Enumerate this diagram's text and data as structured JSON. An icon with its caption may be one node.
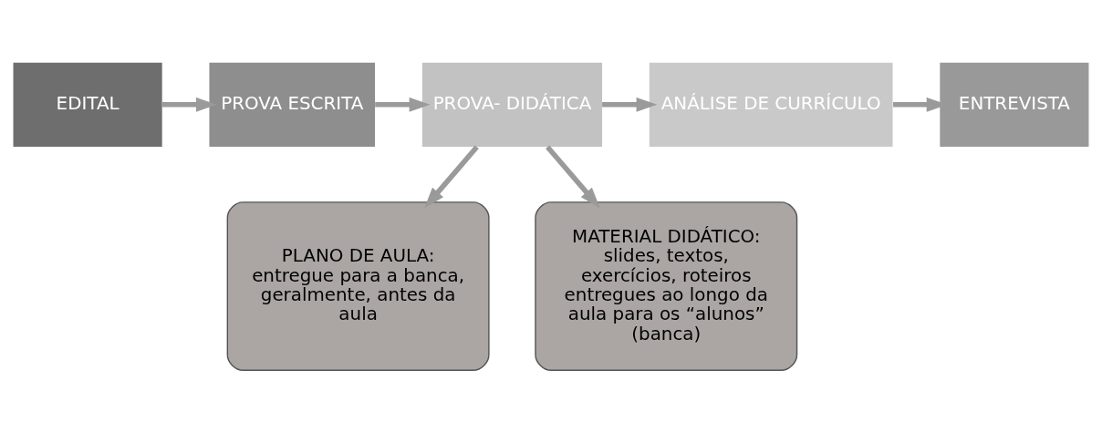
{
  "diagram": {
    "nodes": [
      {
        "text": [
          "EDITAL"
        ]
      },
      {
        "text": [
          "PROVA ESCRITA"
        ]
      },
      {
        "text": [
          "PROVA- DIDÁTICA"
        ]
      },
      {
        "text": [
          "ANÁLISE DE CURRÍCULO"
        ]
      },
      {
        "text": [
          "ENTREVISTA"
        ]
      },
      {
        "text": [
          "PLANO DE AULA:",
          "entregue para a banca, geralmente, antes da aula"
        ]
      },
      {
        "text": [
          "MATERIAL DIDÁTICO:",
          "slides, textos, exercícios, roteiros entregues ao longo da aula para os “alunos” (banca)"
        ]
      }
    ],
    "edges": [
      {
        "from": 0,
        "to": 1,
        "arrow": "to"
      },
      {
        "from": 1,
        "to": 2,
        "arrow": "to"
      },
      {
        "from": 2,
        "to": 3,
        "arrow": "to"
      },
      {
        "from": 3,
        "to": 4,
        "arrow": "to"
      },
      {
        "from": 2,
        "to": 5,
        "arrow": "to"
      },
      {
        "from": 2,
        "to": 6,
        "arrow": "to"
      }
    ]
  }
}
